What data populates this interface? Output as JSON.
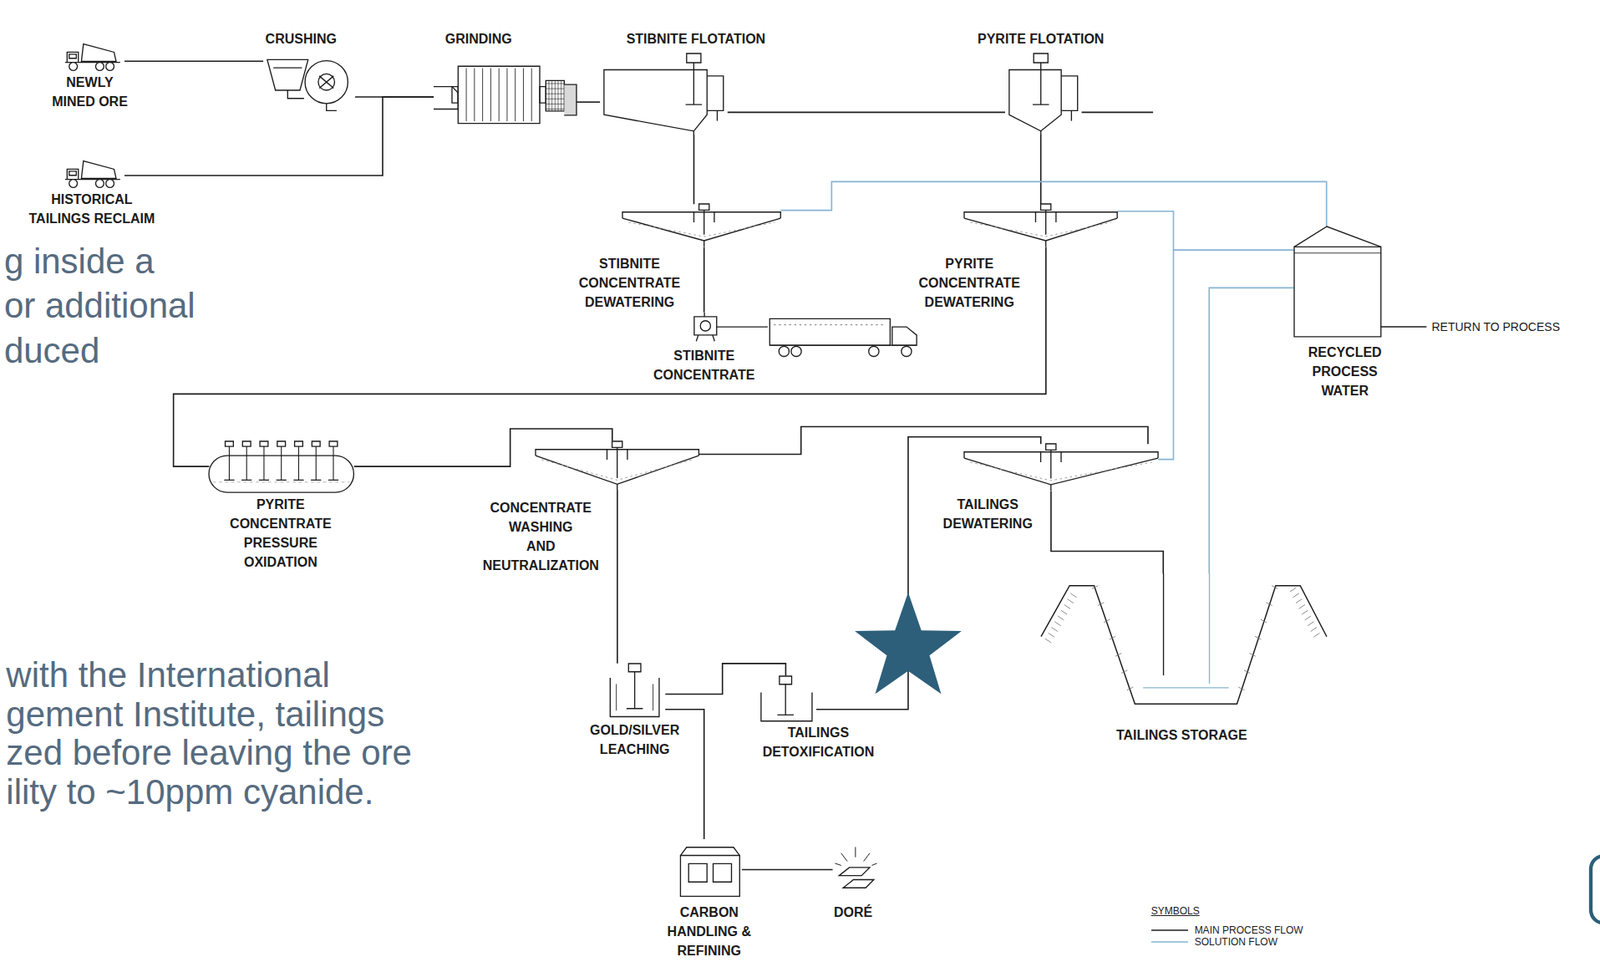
{
  "diagram": {
    "nodes": [
      {
        "text": [
          "NEWLY MINED ORE"
        ]
      },
      {
        "text": [
          "HISTORICAL TAILINGS RECLAIM"
        ]
      },
      {
        "text": [
          "CRUSHING"
        ]
      },
      {
        "text": [
          "GRINDING"
        ]
      },
      {
        "text": [
          "STIBNITE FLOTATION"
        ]
      },
      {
        "text": [
          "PYRITE FLOTATION"
        ]
      },
      {
        "text": [
          "STIBNITE CONCENTRATE DEWATERING"
        ]
      },
      {
        "text": [
          "PYRITE CONCENTRATE DEWATERING"
        ]
      },
      {
        "text": [
          "STIBNITE CONCENTRATE"
        ]
      },
      {
        "text": [
          "RECYCLED PROCESS WATER"
        ]
      },
      {
        "text": [
          "PYRITE CONCENTRATE PRESSURE OXIDATION"
        ]
      },
      {
        "text": [
          "CONCENTRATE WASHING AND NEUTRALIZATION"
        ]
      },
      {
        "text": [
          "TAILINGS DEWATERING"
        ]
      },
      {
        "text": [
          "GOLD/SILVER LEACHING"
        ]
      },
      {
        "text": [
          "TAILINGS DETOXIFICATION"
        ]
      },
      {
        "text": [
          "TAILINGS STORAGE"
        ]
      },
      {
        "text": [
          "CARBON HANDLING & REFINING"
        ]
      },
      {
        "text": [
          "DORÉ"
        ]
      }
    ],
    "edges": [
      {
        "from": 0,
        "to": 2,
        "arrow": "none"
      },
      {
        "from": 2,
        "to": 3,
        "arrow": "none"
      },
      {
        "from": 1,
        "to": 3,
        "arrow": "none"
      },
      {
        "from": 3,
        "to": 4,
        "arrow": "none"
      },
      {
        "from": 4,
        "to": 5,
        "arrow": "none"
      },
      {
        "from": 4,
        "to": 6,
        "arrow": "none"
      },
      {
        "from": 5,
        "to": 7,
        "arrow": "none"
      },
      {
        "from": 6,
        "to": 8,
        "arrow": "none"
      },
      {
        "from": 6,
        "to": 9,
        "arrow": "none"
      },
      {
        "from": 7,
        "to": 9,
        "arrow": "none"
      },
      {
        "from": 7,
        "to": 10,
        "arrow": "none"
      },
      {
        "from": 10,
        "to": 11,
        "arrow": "none"
      },
      {
        "from": 11,
        "to": 12,
        "arrow": "none"
      },
      {
        "from": 11,
        "to": 13,
        "arrow": "none"
      },
      {
        "from": 13,
        "to": 14,
        "arrow": "none"
      },
      {
        "from": 13,
        "to": 16,
        "arrow": "none"
      },
      {
        "from": 14,
        "to": 12,
        "arrow": "none"
      },
      {
        "from": 12,
        "to": 9,
        "arrow": "none"
      },
      {
        "from": 12,
        "to": 15,
        "arrow": "none"
      },
      {
        "from": 15,
        "to": 9,
        "arrow": "none"
      },
      {
        "from": 16,
        "to": 17,
        "arrow": "none"
      }
    ],
    "labels": [
      "g inside a",
      "or additional",
      "duced",
      "RETURN TO PROCESS",
      "with the International",
      "gement Institute, tailings",
      "zed before leaving the ore",
      "ility to ~10ppm cyanide.",
      "SYMBOLS"
    ],
    "legend": [
      {
        "text": "MAIN PROCESS FLOW"
      },
      {
        "text": "SOLUTION FLOW"
      }
    ]
  }
}
